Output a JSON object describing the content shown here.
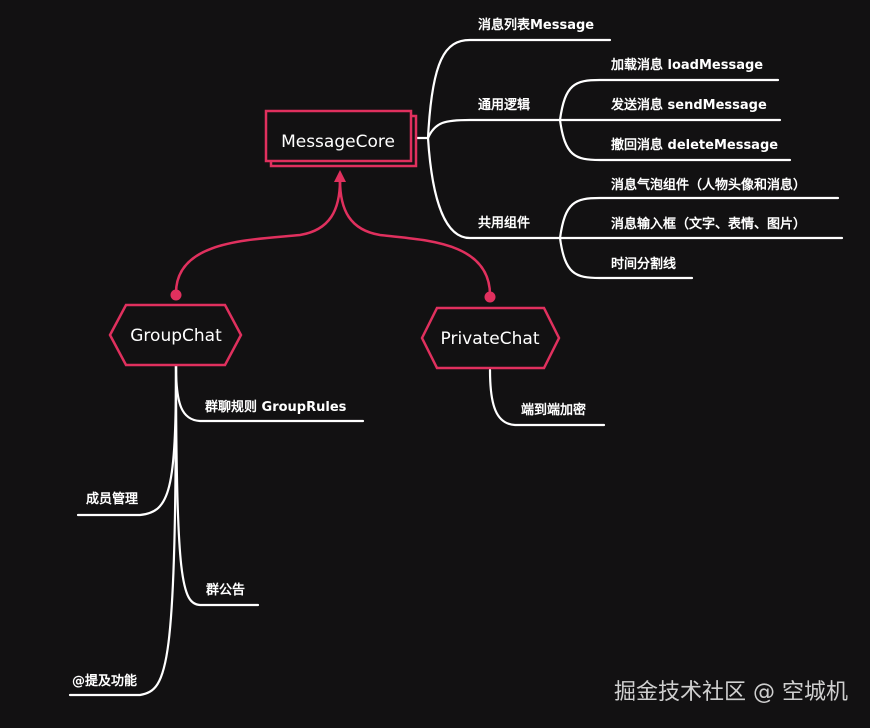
{
  "nodes": {
    "core": "MessageCore",
    "group": "GroupChat",
    "private": "PrivateChat"
  },
  "core_branches": {
    "message_list": "消息列表Message",
    "common_logic": {
      "label": "通用逻辑",
      "items": [
        "加载消息 loadMessage",
        "发送消息 sendMessage",
        "撤回消息 deleteMessage"
      ]
    },
    "shared_components": {
      "label": "共用组件",
      "items": [
        "消息气泡组件（人物头像和消息）",
        "消息输入框（文字、表情、图片）",
        "时间分割线"
      ]
    }
  },
  "group_branches": [
    "群聊规则 GroupRules",
    "成员管理",
    "群公告",
    "@提及功能"
  ],
  "private_branches": [
    "端到端加密"
  ],
  "watermark": "掘金技术社区 @ 空城机",
  "colors": {
    "background": "#121112",
    "accent": "#e0305e",
    "line": "#ffffff"
  }
}
